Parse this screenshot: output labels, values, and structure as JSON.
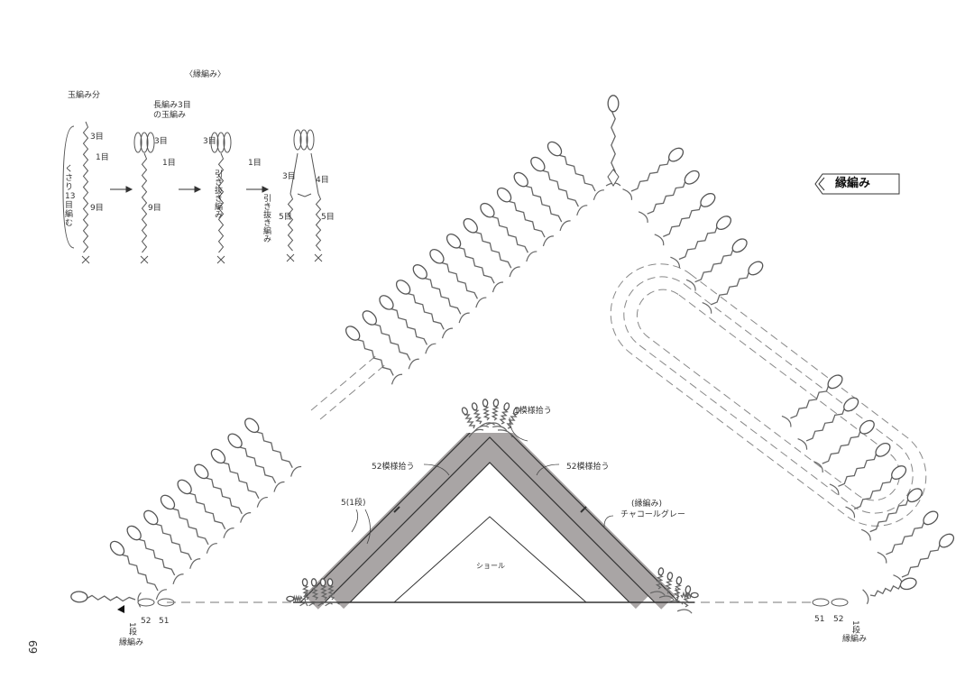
{
  "page_number": "69",
  "section_title": "縁編み",
  "steps": {
    "caption": "〈縁編み〉",
    "step1": {
      "top": "玉編み分",
      "chain": "くさり13目編む",
      "n3": "3目",
      "n1": "1目",
      "n9": "9目"
    },
    "step2": {
      "top": "長編み3目の玉編み",
      "n3": "3目",
      "n1": "1目",
      "n9": "9目"
    },
    "step3": {
      "n3": "3目",
      "n1": "1目",
      "slip": "引き抜き編み"
    },
    "step4": {
      "n3": "3目",
      "n4": "4目",
      "slip": "引き抜き編み",
      "n5a": "5目",
      "n5b": "5目"
    }
  },
  "schematic": {
    "apex_label": "1模様拾う",
    "left_pick": "52模様拾う",
    "right_pick": "52模様拾う",
    "rows": "5(1段)",
    "edging_label": "(縁編み)",
    "color_label": "チャコールグレー",
    "shawl_label": "ショール"
  },
  "markers": {
    "left": {
      "row": "1段",
      "edge": "縁編み",
      "n52": "52",
      "n51": "51"
    },
    "right": {
      "row": "1段",
      "edge": "縁編み",
      "n52": "52",
      "n51": "51"
    }
  },
  "colors": {
    "band": "#a9a5a5",
    "line": "#333333",
    "fringe": "#555555"
  }
}
